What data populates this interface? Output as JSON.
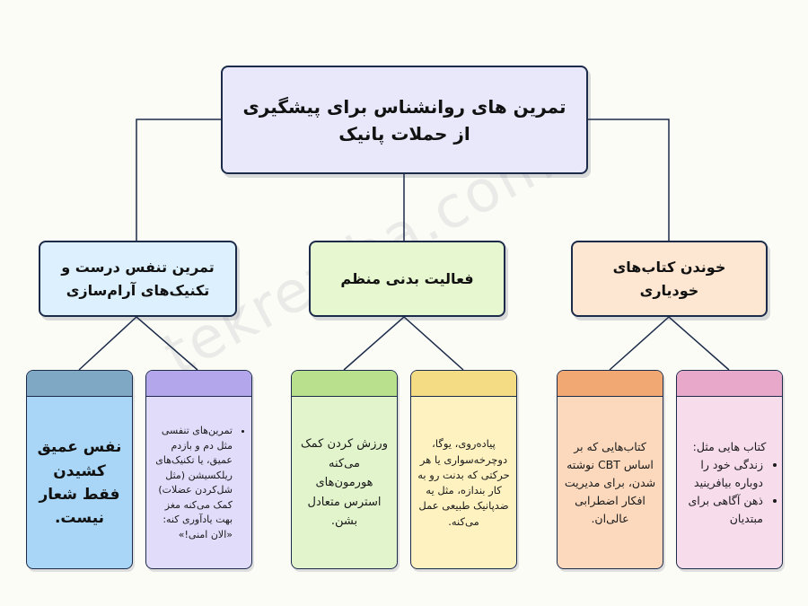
{
  "watermark": "tekreziba.com",
  "root": {
    "title": "تمرین های روانشناس برای پیشگیری از حملات پانیک"
  },
  "categories": {
    "right": "خوندن کتاب‌های خودیاری",
    "middle": "فعالیت بدنی منظم",
    "left": "تمرین تنفس درست و تکنیک‌های آرام‌سازی"
  },
  "cards": {
    "books_examples": {
      "heading": "کتاب هایی مثل:",
      "items": [
        "زندگی خود را دوباره بیافرینید",
        "ذهن آگاهی برای مبتدیان"
      ]
    },
    "books_cbt": "کتاب‌هایی که بر اساس CBT نوشته شدن، برای مدیریت افکار اضطرابی عالی‌ان.",
    "walking": "پیاده‌روی، یوگا، دوچرخه‌سواری یا هر حرکتی که بدنت رو به کار بندازه، مثل یه ضدپانیک طبیعی عمل می‌کنه.",
    "exercise": "ورزش کردن کمک می‌کنه هورمون‌های استرس متعادل بشن.",
    "breathing": {
      "items": [
        "تمرین‌های تنفسی مثل دم و بازدم عمیق، یا تکنیک‌های ریلکسیشن (مثل شل‌کردن عضلات) کمک می‌کنه مغز بهت یادآوری کنه: «الان امنی!»"
      ]
    },
    "deep_breath": "نفس عمیق کشیدن فقط شعار نیست."
  },
  "colors": {
    "outline": "#1c2b4a",
    "root_fill": "#e9e8fb",
    "orange_cat": "#fde6d2",
    "green_cat": "#e7f7cf",
    "blue_cat": "#ddf0fd"
  }
}
